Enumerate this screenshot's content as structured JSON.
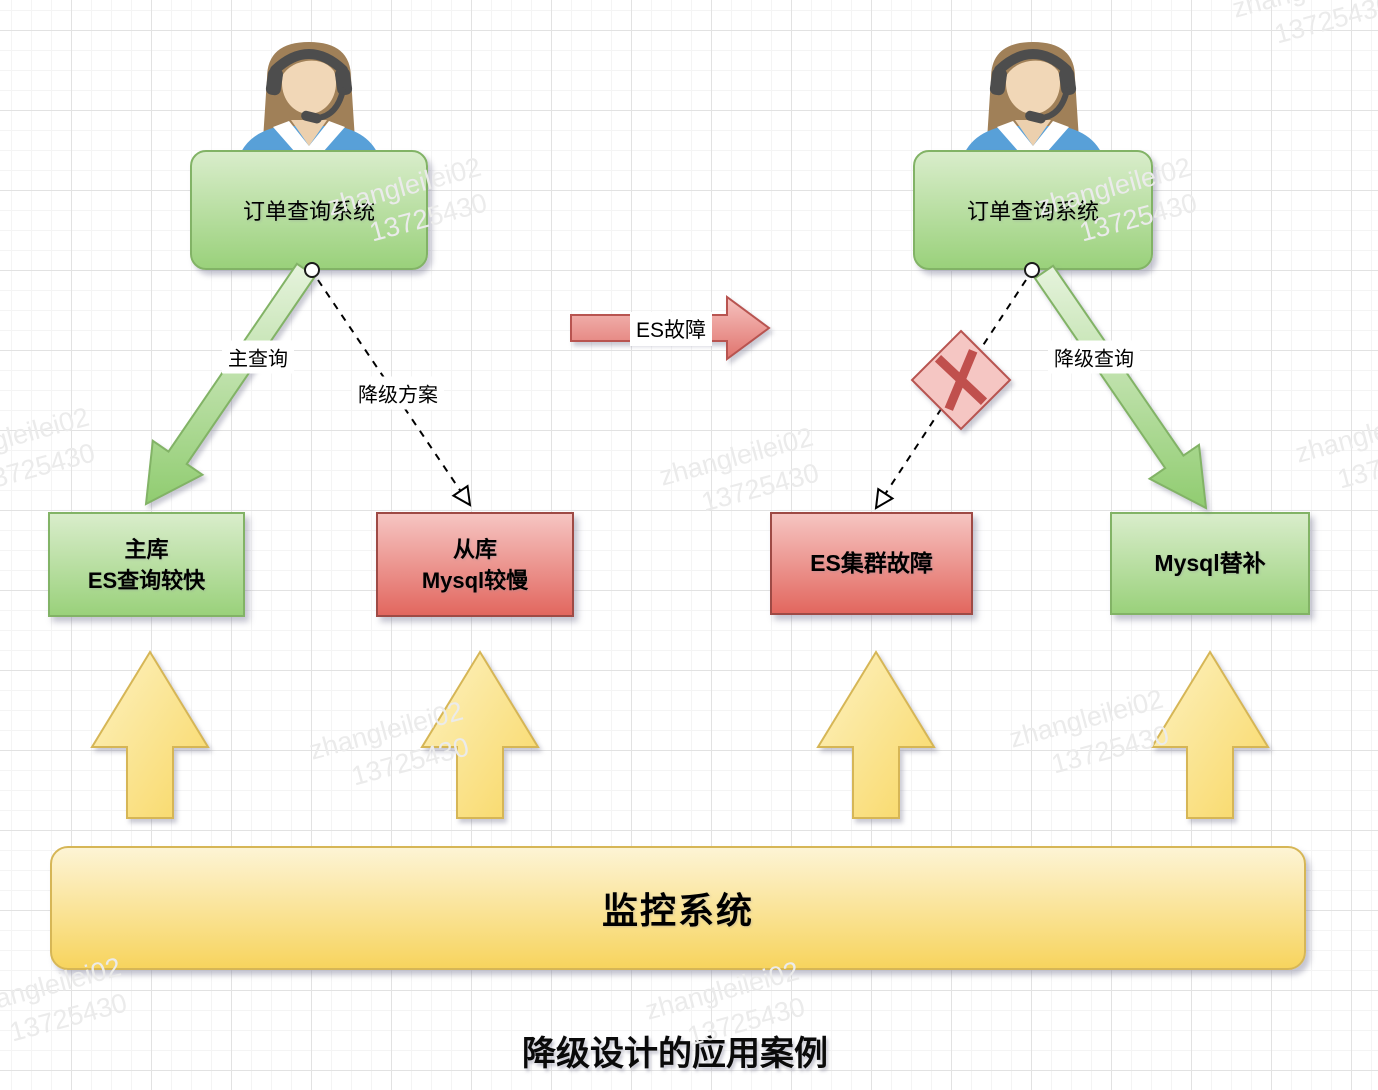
{
  "diagram_title": "降级设计的应用案例",
  "watermark": {
    "line1": "zhangleilei02",
    "line2": "13725430"
  },
  "left": {
    "system": "订单查询系统",
    "primary_edge": "主查询",
    "fallback_edge": "降级方案",
    "primary_node_line1": "主库",
    "primary_node_line2": "ES查询较快",
    "fallback_node_line1": "从库",
    "fallback_node_line2": "Mysql较慢"
  },
  "transition_label": "ES故障",
  "right": {
    "system": "订单查询系统",
    "fallback_edge": "降级查询",
    "failed_node": "ES集群故障",
    "fallback_node": "Mysql替补"
  },
  "monitor": "监控系统",
  "colors": {
    "green_fill": "#d9edcb",
    "green_grad": "#9ad17b",
    "green_stroke": "#82b366",
    "red_fill": "#f6c5c2",
    "red_grad": "#e2675f",
    "red_stroke": "#9e4a45",
    "red_arrow_stroke": "#b85450",
    "yellow_fill": "#fdf4d5",
    "yellow_grad": "#f7d45e",
    "yellow_stroke": "#d6b656",
    "failure_x": "#c0504d",
    "edge_line": "#000000"
  }
}
